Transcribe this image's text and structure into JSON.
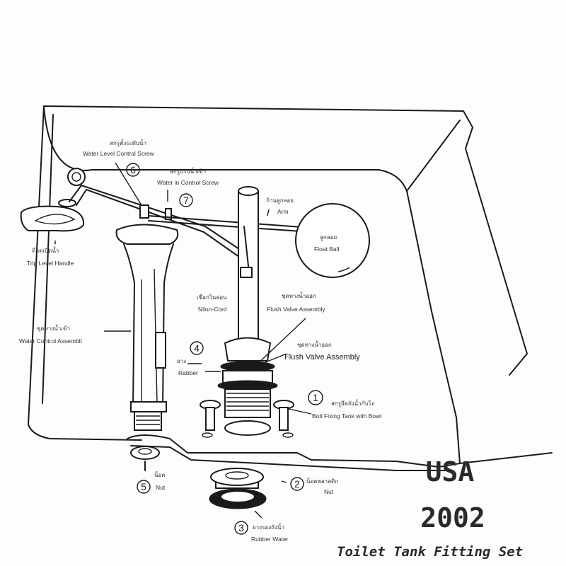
{
  "title_block": {
    "country": "USA",
    "year": "2002",
    "product": "Toilet Tank Fitting Set"
  },
  "parts": {
    "p6": {
      "num": "6",
      "thai": "สกรูตั้งระดับน้ำ",
      "en": "Water Level Control Screw"
    },
    "p7": {
      "num": "7",
      "thai": "สกรูปรับน้ำเข้า",
      "en": "Water in Control Screw"
    },
    "arm": {
      "thai": "ก้านลูกลอย",
      "en": "Arm"
    },
    "float": {
      "thai": "ลูกลอย",
      "en": "Float Ball"
    },
    "handle": {
      "thai": "ที่กดเปิดน้ำ",
      "en": "Trip Level Handle"
    },
    "cord": {
      "thai": "เชือกไนล่อน",
      "en": "Nilon-Cord"
    },
    "flush_upper": {
      "thai": "ชุดทางน้ำออก",
      "en": "Flush Valve Assembly"
    },
    "inlet": {
      "thai": "ชุดทางน้ำเข้า",
      "en": "Water Control Assemblt"
    },
    "p4": {
      "num": "4",
      "thai": "ยาง",
      "en": "Rabber"
    },
    "flush_lower": {
      "thai": "ชุดทางน้ำออก",
      "en": "Flush Valve Assembly"
    },
    "p1": {
      "num": "1",
      "thai": "สกรูยึดถังน้ำกับโถ",
      "en": "Bolt Fixing Tank with Bowl"
    },
    "p5": {
      "num": "5",
      "thai": "น็อต",
      "en": "Nut"
    },
    "p2": {
      "num": "2",
      "thai": "น็อตพลาสติก",
      "en": "Nut"
    },
    "p3": {
      "num": "3",
      "thai": "ยางรองถังน้ำ",
      "en": "Rubber Water"
    }
  }
}
